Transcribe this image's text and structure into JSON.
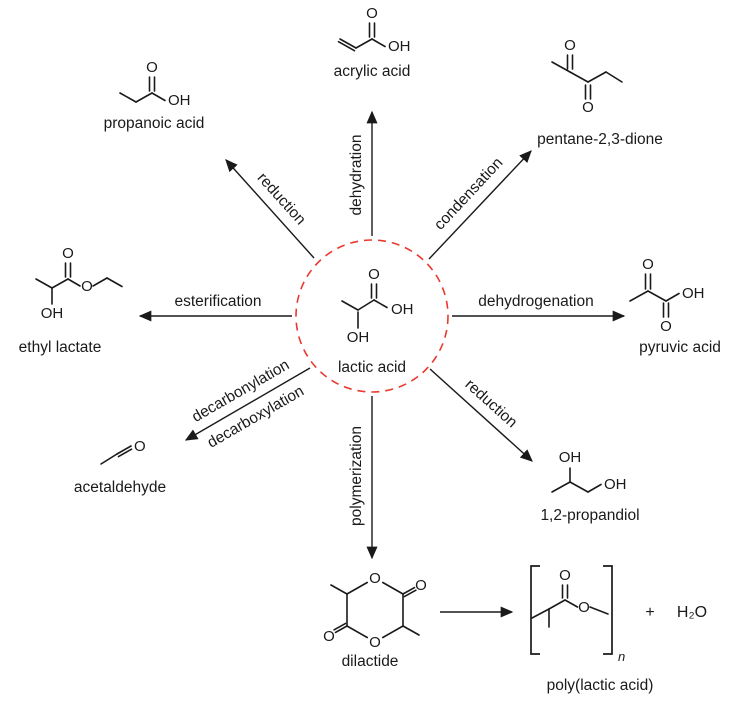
{
  "colors": {
    "highlight_circle": "#e8392f",
    "structure": "#1a1a1a"
  },
  "center": {
    "name": "lactic acid",
    "atoms": {
      "carbonyl_o": "O",
      "acid_oh": "OH",
      "hydroxyl_oh": "OH"
    }
  },
  "reactions": {
    "dehydration": "dehydration",
    "reduction_upper_left": "reduction",
    "condensation": "condensation",
    "esterification": "esterification",
    "dehydrogenation": "dehydrogenation",
    "decarbonylation": "decarbonylation",
    "decarboxylation": "decarboxylation",
    "reduction_lower_right": "reduction",
    "polymerization": "polymerization"
  },
  "products": {
    "acrylic_acid": {
      "name": "acrylic acid",
      "atoms": {
        "carbonyl_o": "O",
        "acid_oh": "OH"
      }
    },
    "propanoic_acid": {
      "name": "propanoic acid",
      "atoms": {
        "carbonyl_o": "O",
        "acid_oh": "OH"
      }
    },
    "pentane_dione": {
      "name": "pentane-2,3-dione",
      "atoms": {
        "o_top": "O",
        "o_bottom": "O"
      }
    },
    "ethyl_lactate": {
      "name": "ethyl lactate",
      "atoms": {
        "carbonyl_o": "O",
        "ester_o": "O",
        "hydroxyl_oh": "OH"
      }
    },
    "pyruvic_acid": {
      "name": "pyruvic acid",
      "atoms": {
        "ketone_o": "O",
        "carbonyl_o": "O",
        "acid_oh": "OH"
      }
    },
    "acetaldehyde": {
      "name": "acetaldehyde",
      "atoms": {
        "carbonyl_o": "O"
      }
    },
    "propandiol": {
      "name": "1,2-propandiol",
      "atoms": {
        "oh_top": "OH",
        "oh_right": "OH"
      }
    },
    "dilactide": {
      "name": "dilactide",
      "atoms": {
        "ring_o_top": "O",
        "ring_o_bottom": "O",
        "exo_o_right": "O",
        "exo_o_left": "O"
      }
    },
    "pla": {
      "name": "poly(lactic acid)",
      "atoms": {
        "carbonyl_o": "O",
        "ester_o": "O"
      },
      "subscript_n": "n"
    }
  },
  "byproduct": {
    "plus": "+",
    "water": "H₂O"
  }
}
